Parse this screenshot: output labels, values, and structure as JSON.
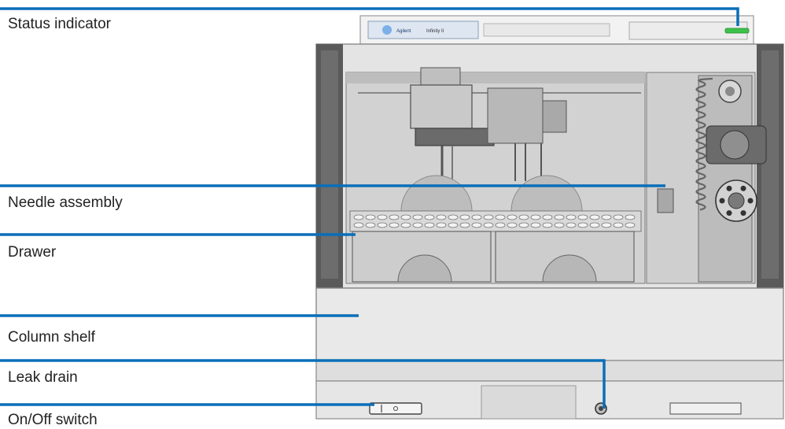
{
  "device": {
    "brand_badge": "Agilent",
    "model_badge": "Infinity II"
  },
  "callouts": [
    {
      "label": "Status indicator"
    },
    {
      "label": "Needle assembly"
    },
    {
      "label": "Drawer"
    },
    {
      "label": "Column shelf"
    },
    {
      "label": "Leak drain"
    },
    {
      "label": "On/Off switch"
    }
  ],
  "colors": {
    "leader_line": "#0a6fb8",
    "status_led": "#3cc24a",
    "device_gray": "#d6d6d6",
    "dark_panel": "#5a5a5a"
  }
}
